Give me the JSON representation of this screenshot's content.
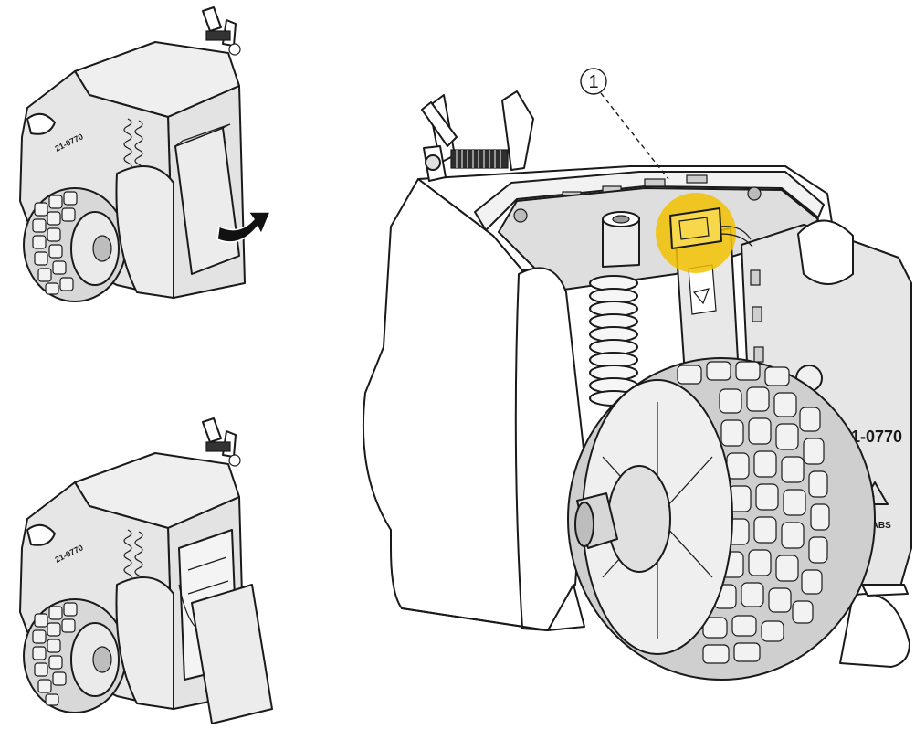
{
  "callout": {
    "number": "1"
  },
  "labels": {
    "model_small_1": "21-0770",
    "model_small_2": "21-0770",
    "model_large": "21-0770",
    "recycle_code": "PC/ABS"
  },
  "colors": {
    "highlight": "#f2c200",
    "body_fill": "#e6e6e6",
    "body_shade": "#c9c9c9",
    "outline": "#1a1a1a",
    "arrow": "#111111"
  },
  "icons": {
    "rotate_arrow": "rotate-arrow-icon",
    "recycle": "recycle-icon"
  }
}
